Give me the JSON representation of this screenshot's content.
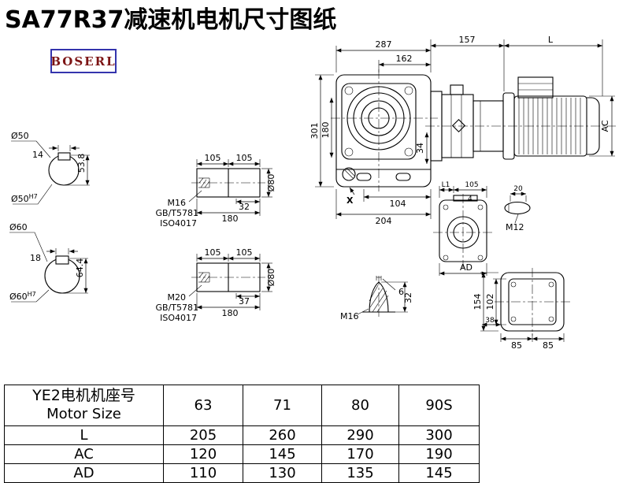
{
  "header": {
    "title": "SA77R37减速机电机尺寸图纸",
    "logo": "BOSERL"
  },
  "dims": {
    "w287": "287",
    "w162": "162",
    "w157": "157",
    "wL": "L",
    "h301": "301",
    "h180": "180",
    "h34": "34",
    "hAC": "AC",
    "x_label": "X",
    "w104": "104",
    "w204": "204",
    "s1_dia": "Ø50",
    "s1_fit": "Ø50",
    "s1_fit_sup": "H7",
    "s1_key": "14",
    "s1_h": "53.8",
    "s2_dia": "Ø60",
    "s2_fit": "Ø60",
    "s2_fit_sup": "H7",
    "s2_key": "18",
    "s2_h": "64.4",
    "d1_l1": "105",
    "d1_l2": "105",
    "d1_thread": "M16",
    "d1_std1": "GB/T5781",
    "d1_std2": "ISO4017",
    "d1_tap": "32",
    "d1_len": "180",
    "d1_dia": "Ø80",
    "d2_l1": "105",
    "d2_l2": "105",
    "d2_thread": "M20",
    "d2_std1": "GB/T5781",
    "d2_std2": "ISO4017",
    "d2_tap": "37",
    "d2_len": "180",
    "d2_dia": "Ø80",
    "va_L1": "L1",
    "va_105": "105",
    "va_4": "4",
    "va_AD": "AD",
    "bolt_len": "20",
    "bolt_thread": "M12",
    "plug_tip": "6",
    "plug_h": "32",
    "plug_thread": "M16",
    "vb_154": "154",
    "vb_102": "102",
    "vb_38": "38",
    "vb_85a": "85",
    "vb_85b": "85"
  },
  "table": {
    "header_cn": "YE2电机机座号",
    "header_en": "Motor Size",
    "sizes": [
      "63",
      "71",
      "80",
      "90S"
    ],
    "rows": [
      {
        "label": "L",
        "values": [
          "205",
          "260",
          "290",
          "300"
        ]
      },
      {
        "label": "AC",
        "values": [
          "120",
          "145",
          "170",
          "190"
        ]
      },
      {
        "label": "AD",
        "values": [
          "110",
          "130",
          "135",
          "145"
        ]
      }
    ]
  }
}
